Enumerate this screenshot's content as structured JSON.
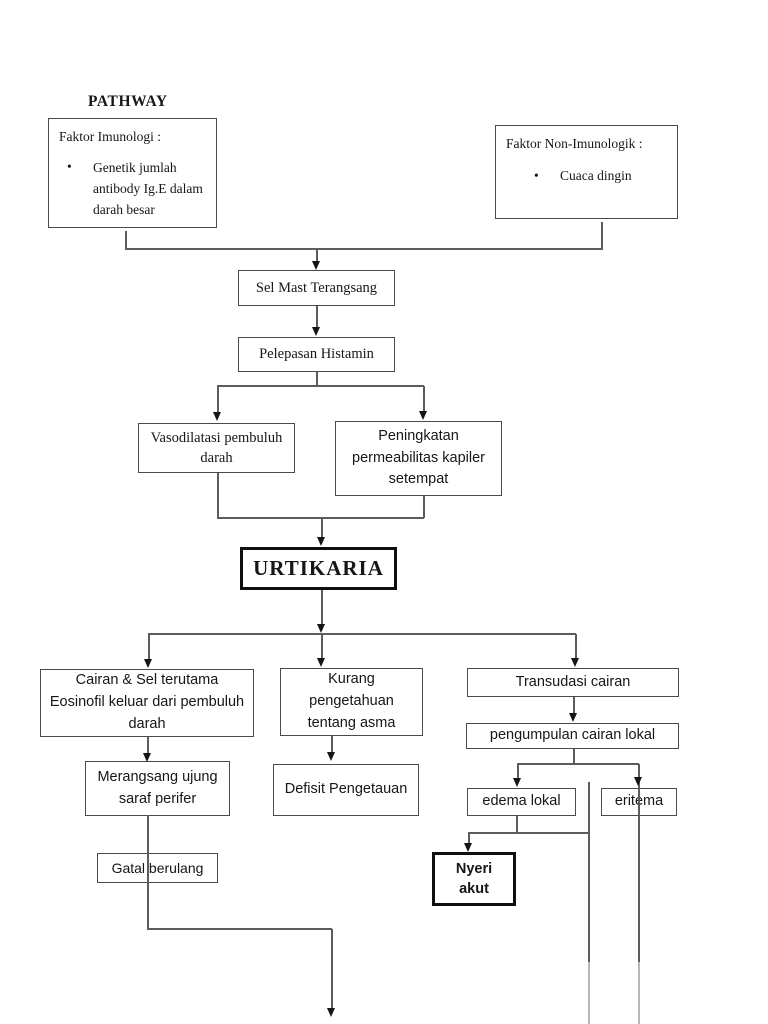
{
  "page": {
    "title": "PATHWAY",
    "background": "#ffffff"
  },
  "colors": {
    "text": "#161616",
    "box_border": "#4a4a4a",
    "emphasis_border": "#0f0f0f",
    "connector_line": "#5c5c5c",
    "connector_line_faded": "#b7b7b7",
    "arrowhead": "#151515"
  },
  "ui": {
    "bullet_glyph": "•"
  },
  "nodes": {
    "faktor_imunologi": {
      "header": "Faktor Imunologi :",
      "bullet": "Genetik  jumlah antibody Ig.E dalam darah besar"
    },
    "faktor_non_imunologik": {
      "header": "Faktor Non-Imunologik :",
      "bullet": "Cuaca dingin"
    },
    "sel_mast_terangsang": {
      "label": "Sel Mast Terangsang"
    },
    "pelepasan_histamin": {
      "label": "Pelepasan Histamin"
    },
    "vasodilatasi": {
      "label": "Vasodilatasi pembuluh darah"
    },
    "peningkatan": {
      "label": "Peningkatan permeabilitas kapiler setempat"
    },
    "urtikaria": {
      "label": "URTIKARIA"
    },
    "cairan_sel": {
      "label": "Cairan & Sel terutama Eosinofil keluar dari pembuluh darah"
    },
    "kurang_pengetahuan": {
      "label": "Kurang pengetahuan tentang asma"
    },
    "transudasi_cairan": {
      "label": "Transudasi cairan"
    },
    "pengumpulan_cairan": {
      "label": "pengumpulan cairan lokal"
    },
    "edema_lokal": {
      "label": "edema lokal"
    },
    "eritema": {
      "label": "eritema"
    },
    "merangsang_ujung": {
      "label": "Merangsang ujung saraf perifer"
    },
    "defisit_pengetauan": {
      "label": "Defisit Pengetauan"
    },
    "gatal_berulang": {
      "label": "Gatal berulang"
    },
    "nyeri_akut": {
      "label": "Nyeri akut"
    }
  }
}
